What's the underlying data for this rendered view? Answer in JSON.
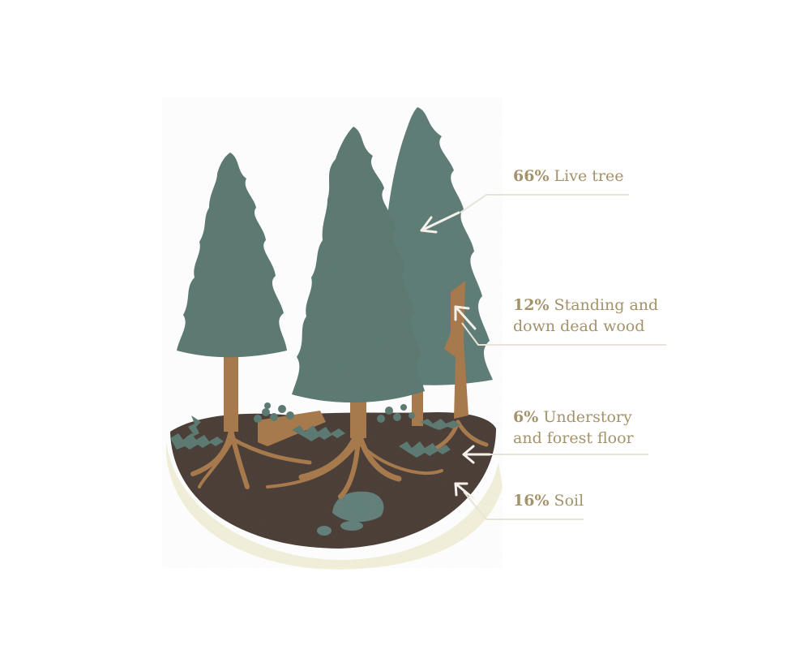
{
  "colors": {
    "background": "#ffffff",
    "foliage": "#58776f",
    "foliage_light": "#6c8a82",
    "trunk": "#a67748",
    "soil": "#473a33",
    "rock": "#5f7d78",
    "leader_line": "#e8e4da",
    "arrow": "#f4f1ea",
    "label_text": "#a4926a"
  },
  "callouts": [
    {
      "percent": "66%",
      "line1": "Live tree",
      "line2": ""
    },
    {
      "percent": "12%",
      "line1": "Standing and",
      "line2": "down dead wood"
    },
    {
      "percent": "6%",
      "line1": "Understory",
      "line2": "and forest floor"
    },
    {
      "percent": "16%",
      "line1": "Soil",
      "line2": ""
    }
  ],
  "chart_data": {
    "type": "pie",
    "categories": [
      "Live tree",
      "Standing and down dead wood",
      "Understory and forest floor",
      "Soil"
    ],
    "values": [
      66,
      12,
      6,
      16
    ],
    "unit": "%"
  }
}
